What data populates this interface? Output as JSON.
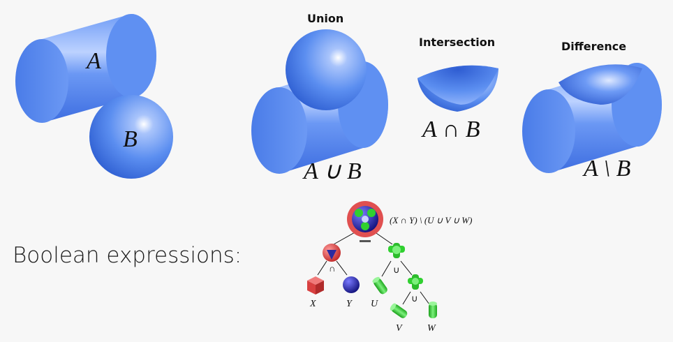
{
  "shapes": {
    "label_a": "A",
    "label_b": "B"
  },
  "operations": {
    "union": {
      "title": "Union",
      "expr": "A ∪ B"
    },
    "intersection": {
      "title": "Intersection",
      "expr": "A ∩ B"
    },
    "difference": {
      "title": "Difference",
      "expr": "A \\ B"
    }
  },
  "tree": {
    "caption": "Boolean expressions:",
    "root_expr": "(X ∩ Y) \\ (U ∪ V ∪ W)",
    "ops": {
      "intersect": "∩",
      "union1": "∪",
      "union2": "∪"
    },
    "leaves": {
      "x": "X",
      "y": "Y",
      "u": "U",
      "v": "V",
      "w": "W"
    }
  },
  "colors": {
    "shape_blue": "#5b8ef0",
    "tree_red": "#e05050",
    "tree_blue": "#2020c0",
    "tree_green": "#30d030"
  }
}
